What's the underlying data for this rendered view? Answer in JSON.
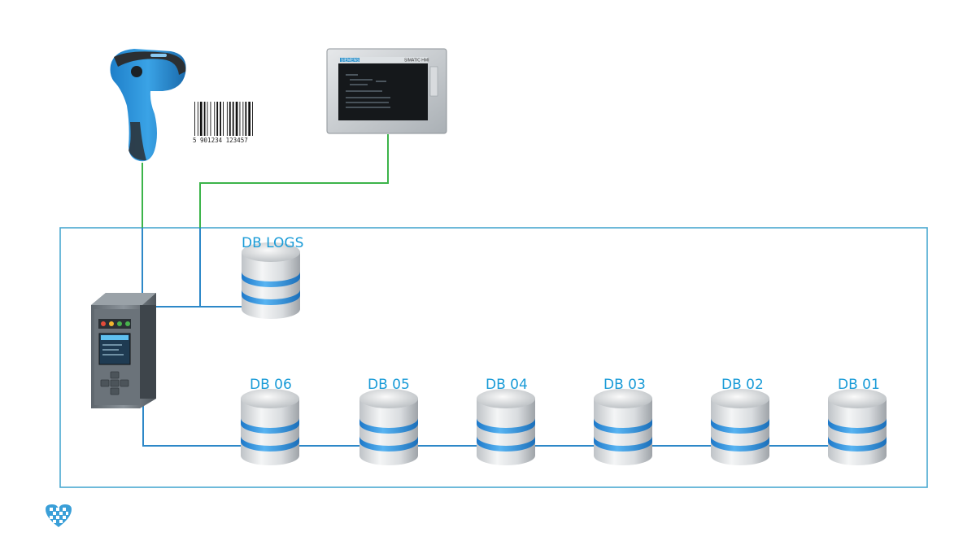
{
  "databases": {
    "logs": "DB LOGS",
    "chain": [
      "DB 06",
      "DB 05",
      "DB 04",
      "DB 03",
      "DB 02",
      "DB 01"
    ]
  },
  "barcode": {
    "digits": "5 901234 123457"
  },
  "hmi": {
    "brand": "SIEMENS",
    "model": "SIMATIC HMI"
  },
  "colors": {
    "frame": "#4aa8d0",
    "network": "#3cb44a",
    "label": "#1a9bd7",
    "db_ring": "#2f8fe0"
  },
  "icons": [
    "barcode-scanner-icon",
    "barcode-icon",
    "hmi-panel-icon",
    "plc-cpu-icon",
    "database-icon",
    "logo-icon"
  ]
}
